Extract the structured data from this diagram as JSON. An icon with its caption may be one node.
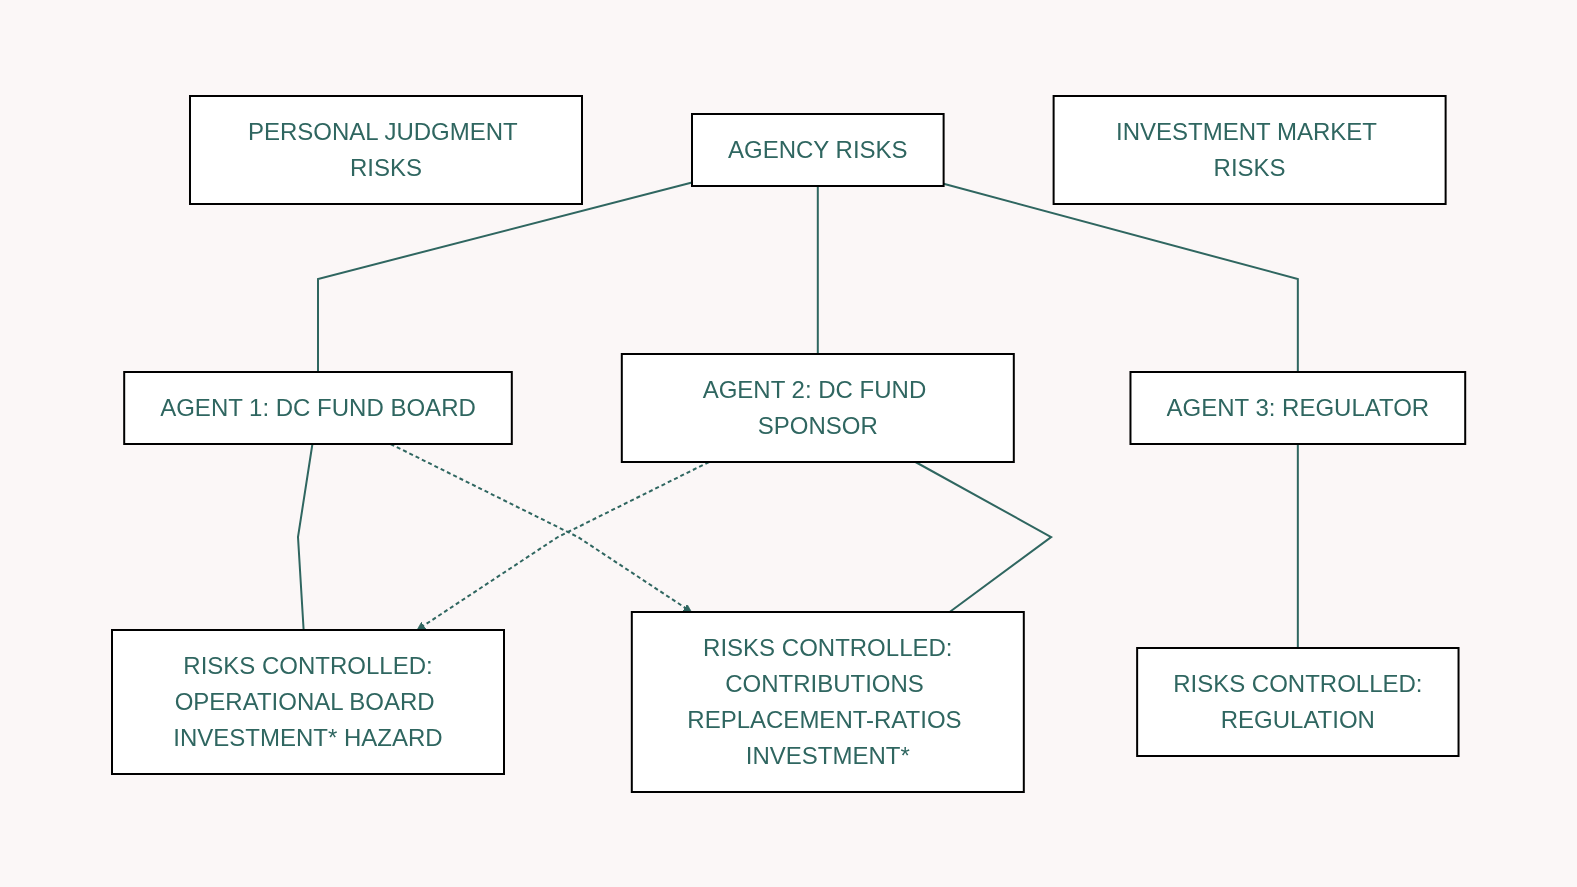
{
  "diagram": {
    "nodes": [
      {
        "text": [
          "PERSONAL JUDGMENT RISKS"
        ]
      },
      {
        "text": [
          "AGENCY RISKS"
        ]
      },
      {
        "text": [
          "INVESTMENT MARKET RISKS"
        ]
      },
      {
        "text": [
          "AGENT 1: DC FUND BOARD"
        ]
      },
      {
        "text": [
          "AGENT 2: DC FUND SPONSOR"
        ]
      },
      {
        "text": [
          "AGENT 3: REGULATOR"
        ]
      },
      {
        "text": [
          "RISKS CONTROLLED:",
          "OPERATIONAL BOARD INVESTMENT* HAZARD"
        ]
      },
      {
        "text": [
          "RISKS CONTROLLED:",
          "CONTRIBUTIONS REPLACEMENT-RATIOS INVESTMENT*"
        ]
      },
      {
        "text": [
          "RISKS CONTROLLED:",
          "REGULATION"
        ]
      }
    ],
    "edges": [
      {
        "from": 1,
        "to": 3,
        "arrow": "none"
      },
      {
        "from": 1,
        "to": 4,
        "arrow": "none"
      },
      {
        "from": 1,
        "to": 5,
        "arrow": "none"
      },
      {
        "from": 3,
        "to": 6,
        "arrow": "none"
      },
      {
        "from": 3,
        "to": 7,
        "arrow": "to",
        "style": "dashed"
      },
      {
        "from": 4,
        "to": 6,
        "arrow": "to",
        "style": "dashed"
      },
      {
        "from": 4,
        "to": 7,
        "arrow": "none"
      },
      {
        "from": 5,
        "to": 8,
        "arrow": "none"
      }
    ]
  }
}
